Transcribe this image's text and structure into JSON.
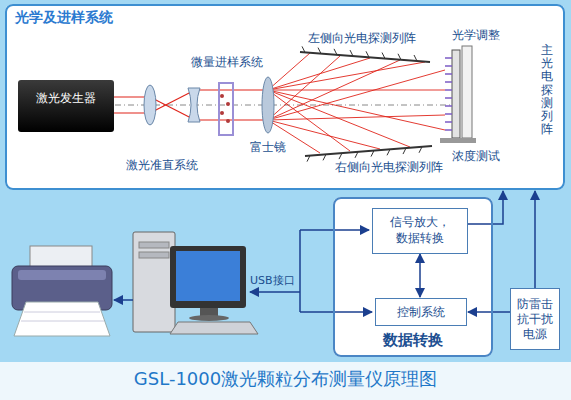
{
  "diagram": {
    "caption": "GSL-1000激光颗粒分布测量仪原理图",
    "nodes": [
      {
        "text": [
          "光学及进样系统"
        ]
      },
      {
        "text": [
          "激光发生器"
        ],
        "in": 0
      },
      {
        "text": [
          "微量进样系统"
        ],
        "in": 0
      },
      {
        "text": [
          "数据转换"
        ]
      },
      {
        "text": [
          "信号放大，数据转换"
        ],
        "in": 3
      },
      {
        "text": [
          "控制系统"
        ],
        "in": 3
      },
      {
        "text": [
          "防雷击抗干扰电源"
        ]
      }
    ],
    "edges": [
      {
        "from": 4,
        "to": 0,
        "arrow": "to"
      },
      {
        "from": 6,
        "to": 0,
        "arrow": "to"
      },
      {
        "from": 6,
        "to": 5,
        "arrow": "to"
      },
      {
        "from": 4,
        "to": 5,
        "arrow": "both"
      }
    ],
    "labels": [
      "激光准直系统",
      "富士镜",
      "左侧向光电探测列阵",
      "光学调整",
      "主光电探测列阵",
      "右侧向光电探测列阵",
      "浓度测试",
      "USB接口"
    ]
  }
}
